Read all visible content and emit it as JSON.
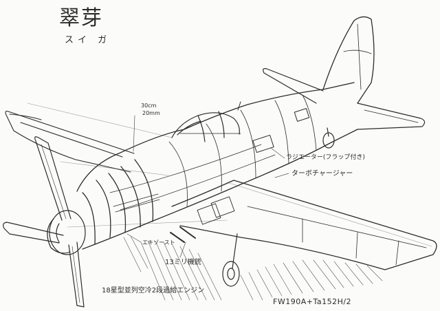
{
  "sheet": {
    "title_kanji": "翠芽",
    "title_reading": "スイ ガ"
  },
  "annotations": {
    "cowl_note_1": "30cm",
    "cowl_note_2": "20mm",
    "radiator": "ラジエーター(フラップ付き)",
    "turbo": "ターボチャージャー",
    "exhaust": "エキゾースト",
    "gun": "13ミリ機銃",
    "engine": "18星型並列空冷2段過給エンジン",
    "reference": "FW190A+Ta152H/2"
  },
  "palette": {
    "ink": "#2a2a2a",
    "paper": "#fbfbfa"
  }
}
